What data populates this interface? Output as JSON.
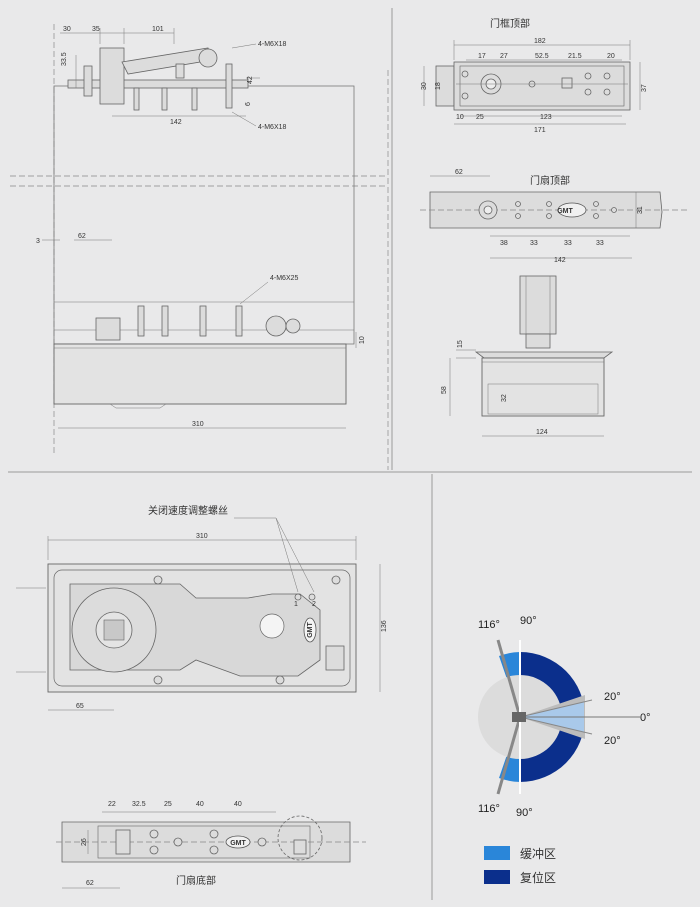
{
  "titles": {
    "frame_top": "门框顶部",
    "door_top": "门扇顶部",
    "speed_adjust": "关闭速度调整螺丝",
    "door_bottom": "门扇底部"
  },
  "brand": "GMT",
  "side_view": {
    "dims": [
      "30",
      "35",
      "101",
      "33.5",
      "4-M6X18",
      "42",
      "6",
      "142",
      "4-M6X18",
      "3",
      "62",
      "4-M6X25",
      "10",
      "310"
    ]
  },
  "frame_top": {
    "dims": [
      "182",
      "17",
      "27",
      "52.5",
      "21.5",
      "20",
      "30",
      "18",
      "37",
      "10",
      "25",
      "123",
      "171"
    ]
  },
  "door_top": {
    "dims": [
      "62",
      "31",
      "38",
      "33",
      "33",
      "33",
      "142"
    ]
  },
  "end_view": {
    "dims": [
      "15",
      "58",
      "32",
      "124"
    ]
  },
  "plan_view": {
    "dims": [
      "310",
      "136",
      "65"
    ],
    "screw_labels": [
      "1",
      "2"
    ]
  },
  "door_bottom": {
    "dims": [
      "22",
      "32.5",
      "25",
      "40",
      "40",
      "26",
      "62"
    ]
  },
  "angle_diagram": {
    "labels": [
      "116°",
      "90°",
      "20°",
      "0°",
      "20°",
      "116°",
      "90°"
    ],
    "colors": {
      "buffer": "#2a86d9",
      "reset": "#0b2f8c"
    }
  },
  "legend": [
    {
      "label": "缓冲区",
      "color": "#2a86d9"
    },
    {
      "label": "复位区",
      "color": "#0b2f8c"
    }
  ]
}
